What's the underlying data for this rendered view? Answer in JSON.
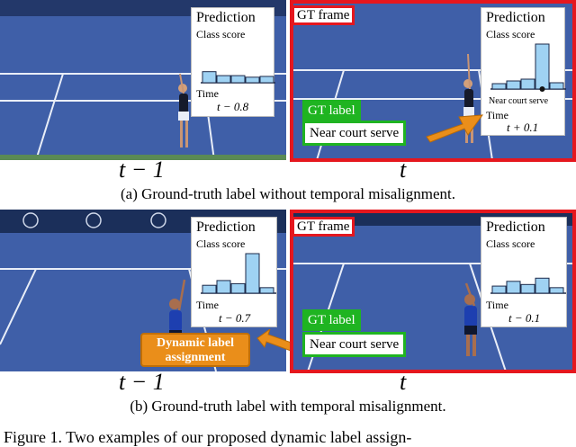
{
  "colors": {
    "court": "#3f5fa8",
    "court_dark": "#2e4a8c",
    "wall": "#1b2f5a",
    "gt_frame": "#e5171e",
    "gt_label": "#1fb421",
    "dynamic": "#ea8e1a",
    "bar": "#9fd2f3",
    "bar_stroke": "#1d2a4a"
  },
  "row_a": {
    "left": {
      "prediction": {
        "title": "Prediction",
        "subtitle": "Class score",
        "time_label": "Time",
        "time_value": "t − 0.8",
        "bar_scores": [
          0.28,
          0.18,
          0.18,
          0.14,
          0.16
        ]
      }
    },
    "right": {
      "gt_frame_label": "GT frame",
      "gt_label_tag": "GT label",
      "gt_label_value": "Near court serve",
      "prediction": {
        "title": "Prediction",
        "subtitle": "Class score",
        "class_name": "Near court serve",
        "time_label": "Time",
        "time_value": "t + 0.1",
        "bar_scores": [
          0.12,
          0.18,
          0.22,
          1.0,
          0.14
        ]
      }
    },
    "time_left": "t − 1",
    "time_right": "t",
    "caption": "(a) Ground-truth label without temporal misalignment."
  },
  "row_b": {
    "left": {
      "prediction": {
        "title": "Prediction",
        "subtitle": "Class score",
        "time_label": "Time",
        "time_value": "t − 0.7",
        "bar_scores": [
          0.2,
          0.32,
          0.24,
          1.0,
          0.14
        ]
      },
      "dynamic_label": "Dynamic label assignment"
    },
    "right": {
      "gt_frame_label": "GT frame",
      "gt_label_tag": "GT label",
      "gt_label_value": "Near court serve",
      "prediction": {
        "title": "Prediction",
        "subtitle": "Class score",
        "time_label": "Time",
        "time_value": "t − 0.1",
        "bar_scores": [
          0.18,
          0.3,
          0.22,
          0.38,
          0.14
        ]
      }
    },
    "time_left": "t − 1",
    "time_right": "t",
    "caption": "(b) Ground-truth label with temporal misalignment."
  },
  "figure_caption": "Figure 1.  Two examples of our proposed dynamic label assign-"
}
